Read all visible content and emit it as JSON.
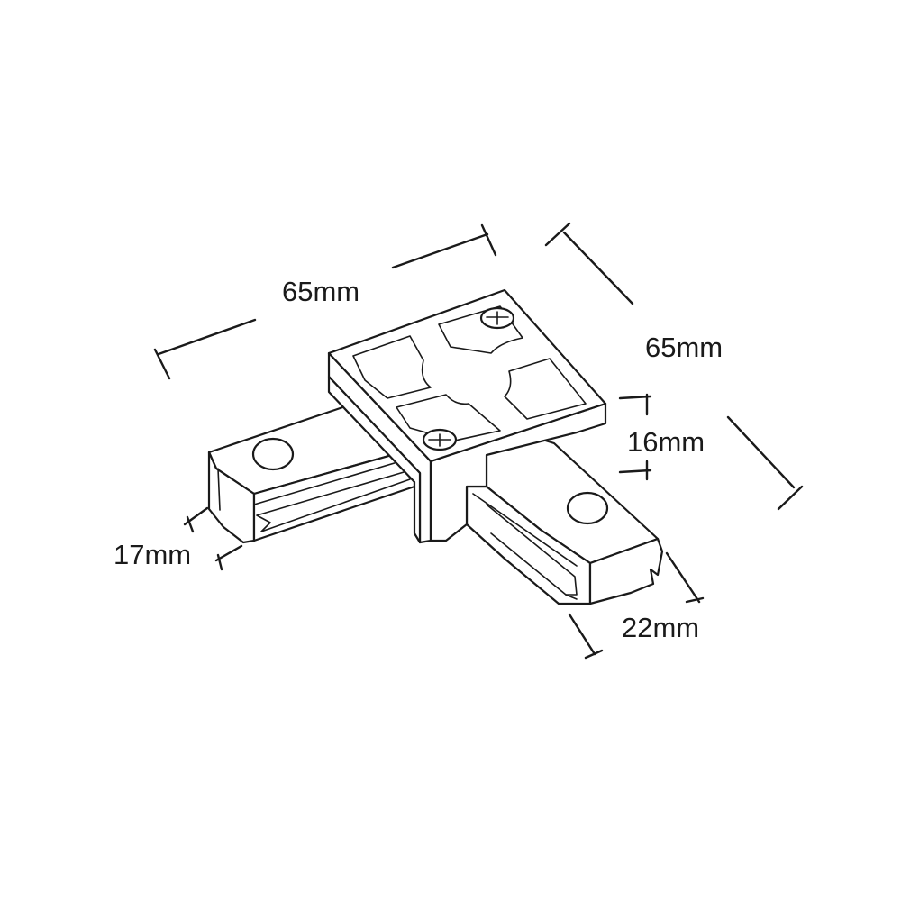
{
  "diagram": {
    "dimensions": {
      "top_left_length": "65mm",
      "top_right_length": "65mm",
      "block_height": "16mm",
      "arm_left_height": "17mm",
      "arm_right_width": "22mm"
    },
    "colors": {
      "line": "#1a1a1a",
      "background": "#ffffff"
    }
  }
}
